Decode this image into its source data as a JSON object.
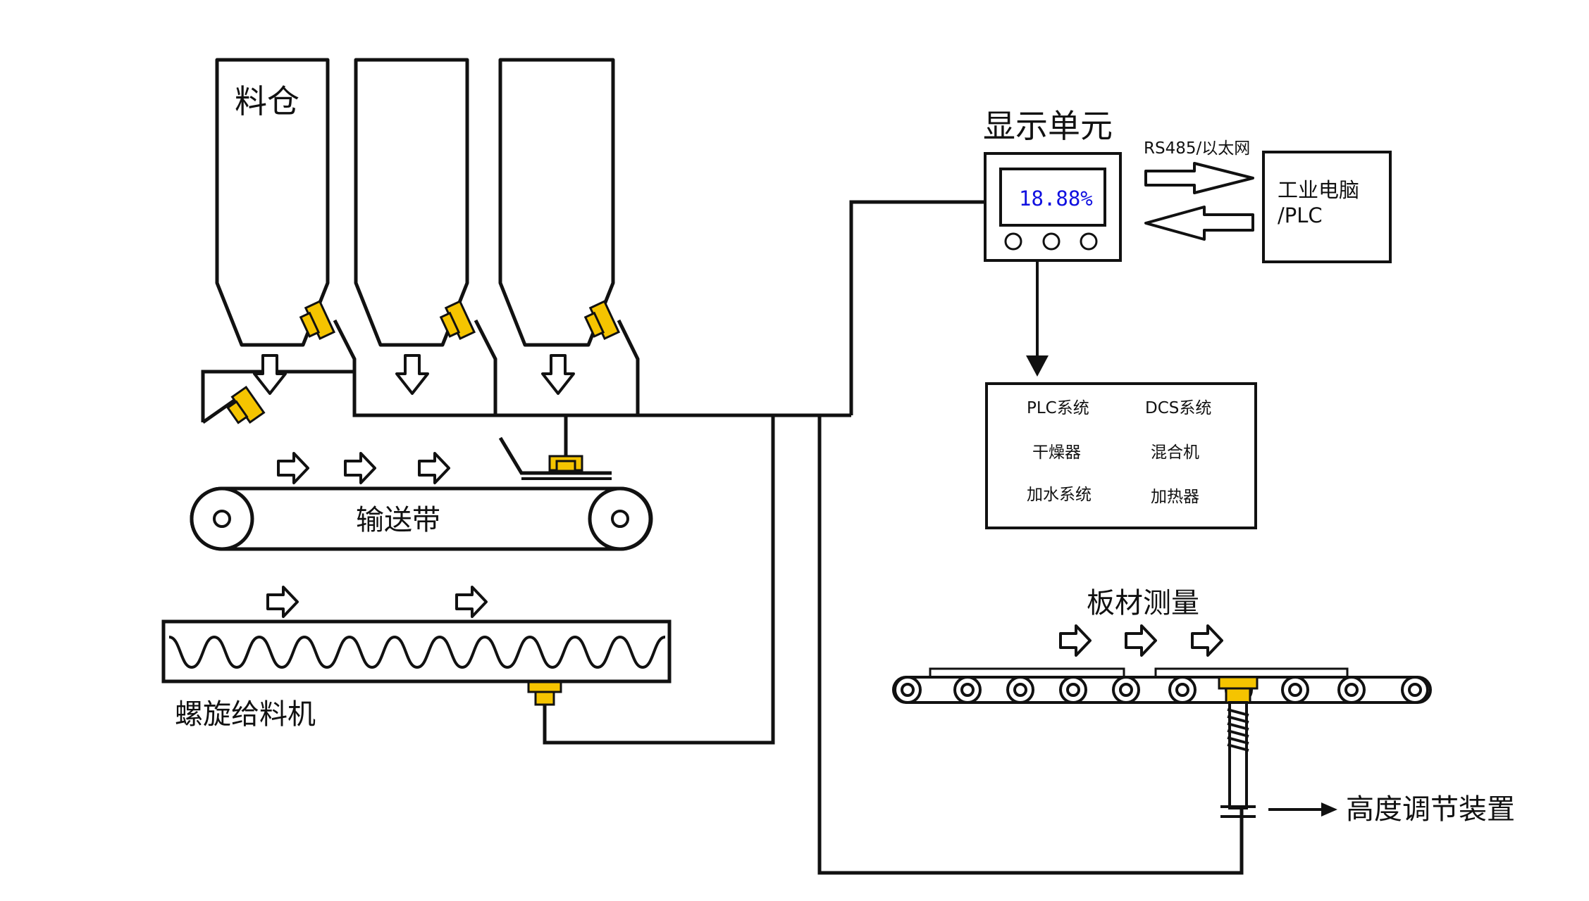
{
  "labels": {
    "silo": "料仓",
    "conveyor": "输送带",
    "screw_feeder": "螺旋给料机",
    "display_unit": "显示单元",
    "display_value": "18.88%",
    "comm": "RS485/以太网",
    "pc_line1": "工业电脑",
    "pc_line2": "/PLC",
    "board_measure": "板材测量",
    "height_adjust": "高度调节装置"
  },
  "control_targets": [
    {
      "label": "PLC系统"
    },
    {
      "label": "DCS系统"
    },
    {
      "label": "干燥器"
    },
    {
      "label": "混合机"
    },
    {
      "label": "加水系统"
    },
    {
      "label": "加热器"
    }
  ],
  "colors": {
    "line": "#111111",
    "sensor": "#f5c400",
    "lcd_text": "#1010e0",
    "background": "#ffffff"
  }
}
